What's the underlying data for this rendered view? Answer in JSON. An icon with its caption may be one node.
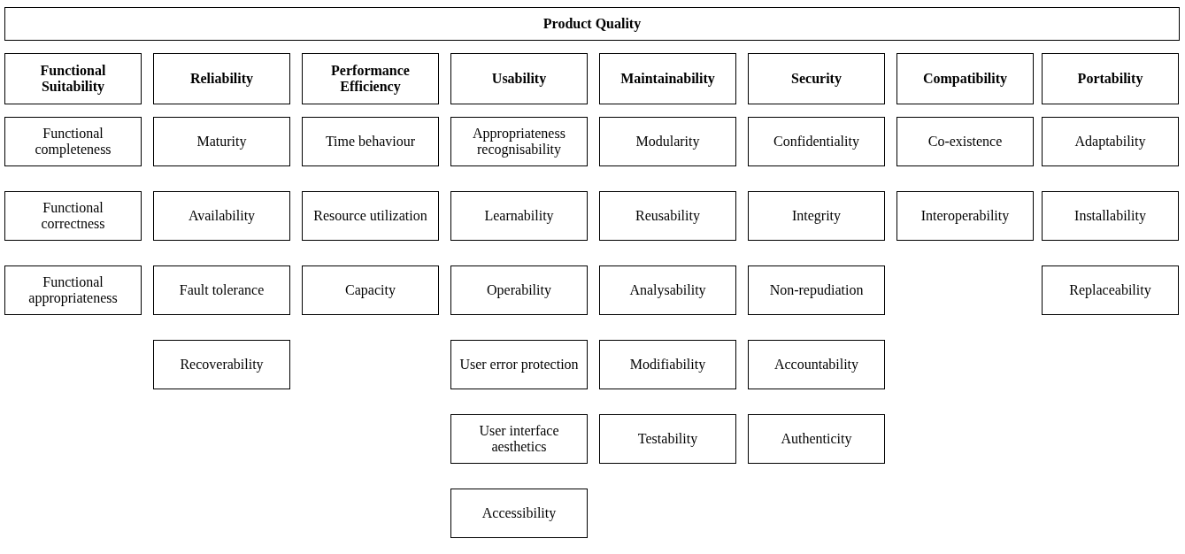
{
  "diagram": {
    "nodes": [
      {
        "text": [
          "Product Quality"
        ]
      },
      {
        "text": [
          "Functional Suitability"
        ]
      },
      {
        "text": [
          "Reliability"
        ]
      },
      {
        "text": [
          "Performance Efficiency"
        ]
      },
      {
        "text": [
          "Usability"
        ]
      },
      {
        "text": [
          "Maintainability"
        ]
      },
      {
        "text": [
          "Security"
        ]
      },
      {
        "text": [
          "Compatibility"
        ]
      },
      {
        "text": [
          "Portability"
        ]
      },
      {
        "text": [
          "Functional completeness"
        ]
      },
      {
        "text": [
          "Functional correctness"
        ]
      },
      {
        "text": [
          "Functional appropriateness"
        ]
      },
      {
        "text": [
          "Maturity"
        ]
      },
      {
        "text": [
          "Availability"
        ]
      },
      {
        "text": [
          "Fault tolerance"
        ]
      },
      {
        "text": [
          "Recoverability"
        ]
      },
      {
        "text": [
          "Time behaviour"
        ]
      },
      {
        "text": [
          "Resource utilization"
        ]
      },
      {
        "text": [
          "Capacity"
        ]
      },
      {
        "text": [
          "Appropriateness recognisability"
        ]
      },
      {
        "text": [
          "Learnability"
        ]
      },
      {
        "text": [
          "Operability"
        ]
      },
      {
        "text": [
          "User error protection"
        ]
      },
      {
        "text": [
          "User interface aesthetics"
        ]
      },
      {
        "text": [
          "Accessibility"
        ]
      },
      {
        "text": [
          "Modularity"
        ]
      },
      {
        "text": [
          "Reusability"
        ]
      },
      {
        "text": [
          "Analysability"
        ]
      },
      {
        "text": [
          "Modifiability"
        ]
      },
      {
        "text": [
          "Testability"
        ]
      },
      {
        "text": [
          "Confidentiality"
        ]
      },
      {
        "text": [
          "Integrity"
        ]
      },
      {
        "text": [
          "Non-repudiation"
        ]
      },
      {
        "text": [
          "Accountability"
        ]
      },
      {
        "text": [
          "Authenticity"
        ]
      },
      {
        "text": [
          "Co-existence"
        ]
      },
      {
        "text": [
          "Interoperability"
        ]
      },
      {
        "text": [
          "Adaptability"
        ]
      },
      {
        "text": [
          "Installability"
        ]
      },
      {
        "text": [
          "Replaceability"
        ]
      }
    ],
    "edges": []
  }
}
